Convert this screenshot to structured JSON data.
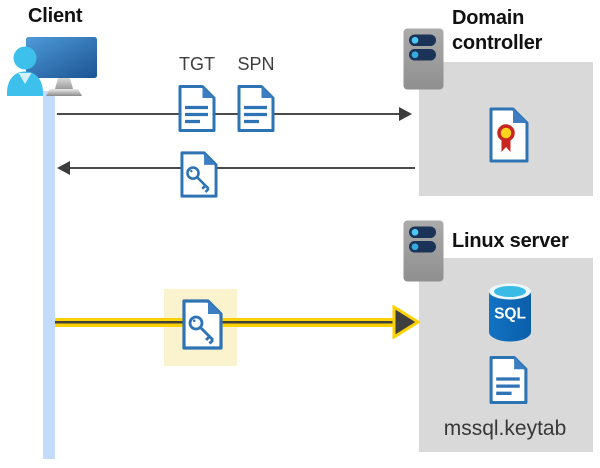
{
  "nodes": {
    "client": {
      "label": "Client"
    },
    "domain_controller": {
      "label": "Domain controller"
    },
    "linux_server": {
      "label": "Linux server"
    }
  },
  "tickets": {
    "tgt": "TGT",
    "spn": "SPN"
  },
  "files": {
    "keytab": "mssql.keytab"
  },
  "database": {
    "label": "SQL"
  },
  "colors": {
    "document_blue": "#2e74b5",
    "lifeline_blue": "#c3dcfb",
    "panel_gray": "#d9d9d9",
    "server_gray": "#9e9e9e",
    "server_navy": "#1b3357",
    "server_dot_cyan": "#4ec6f1",
    "arrow_gray": "#4a4a4a",
    "arrow_yellow": "#ffd100",
    "highlight_yellow": "#faf3cd",
    "sql_body_blue": "#0e6bb8",
    "sql_top_cyan": "#39bbe6",
    "certificate_red": "#c8261f",
    "certificate_gold": "#ffd21e",
    "person_cyan": "#3ec0ec",
    "monitor_blue_start": "#4e9ad9",
    "monitor_blue_end": "#1e5796",
    "label_gray": "#3e3e3e"
  }
}
